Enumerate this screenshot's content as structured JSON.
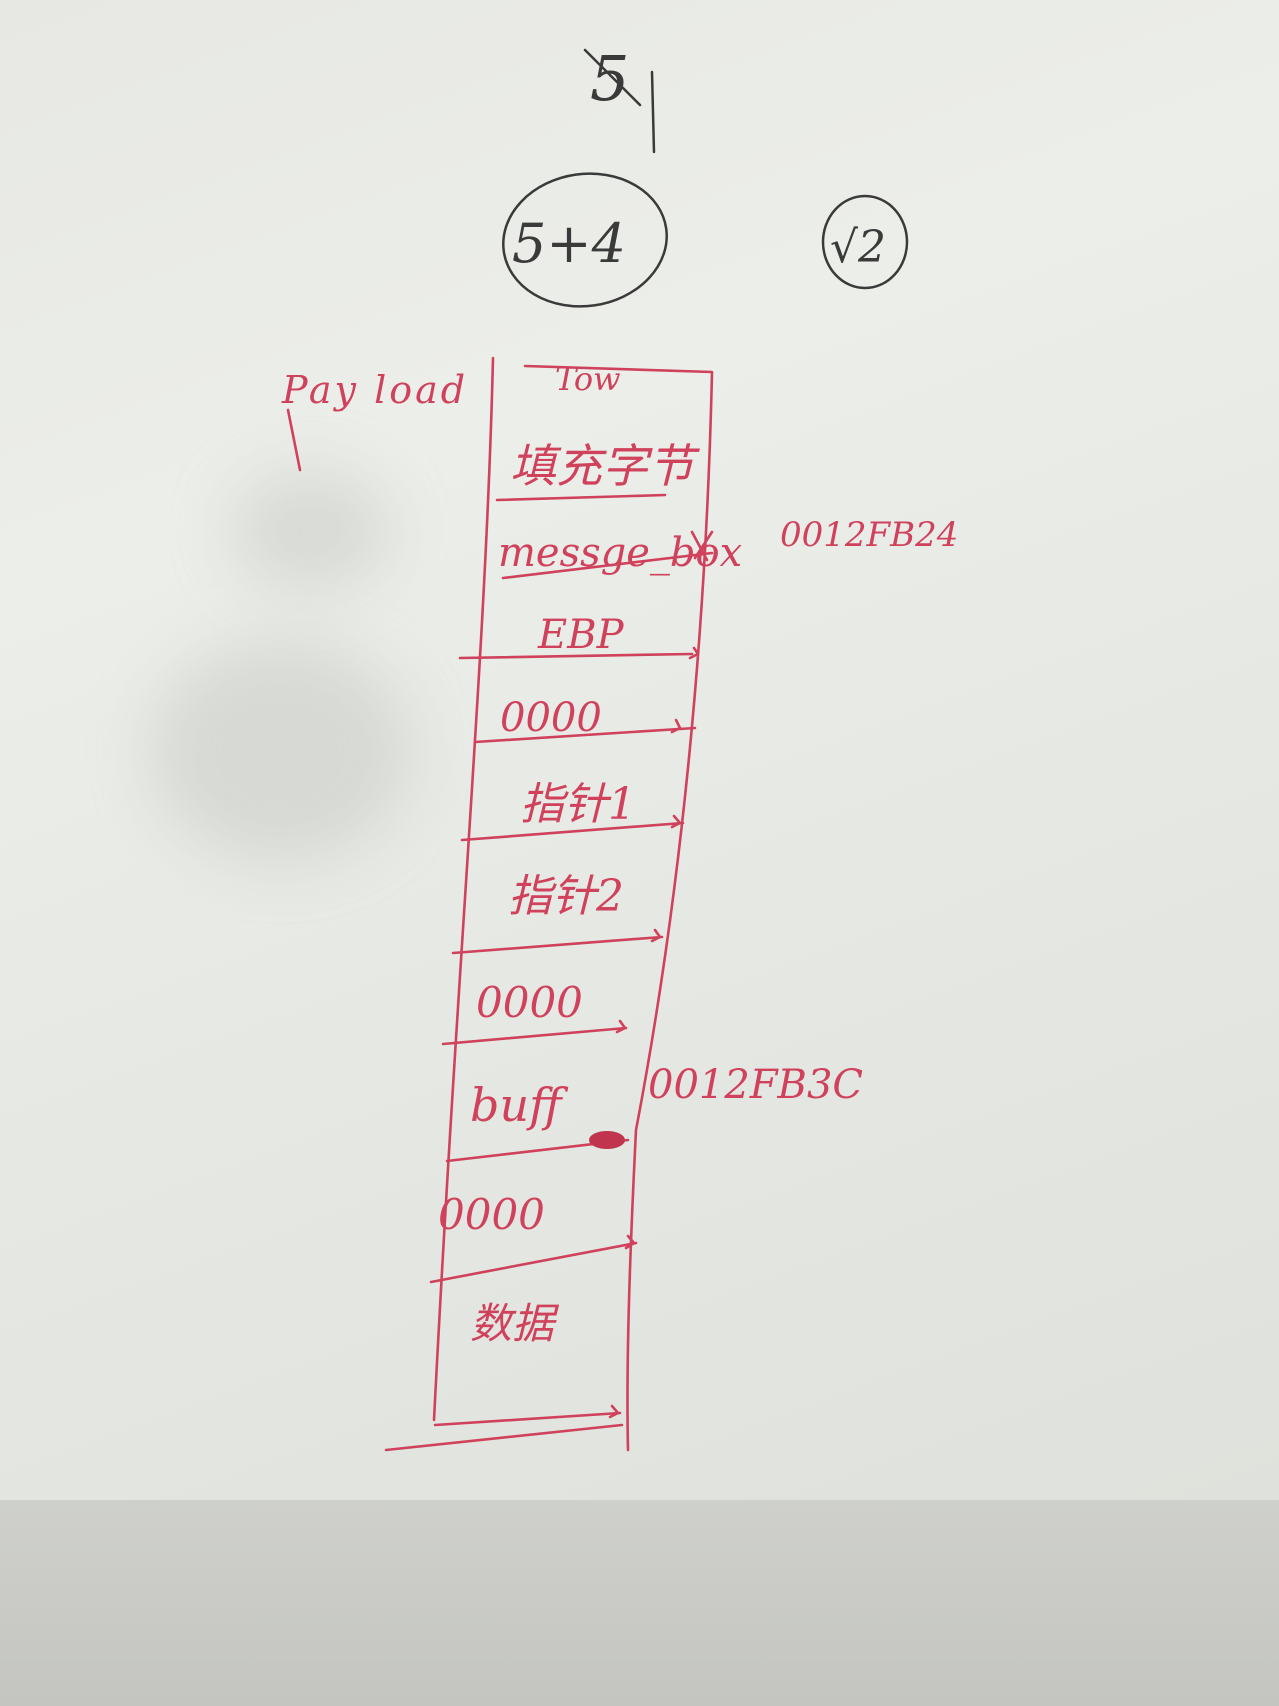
{
  "heading": "5",
  "circled_left": "5+4",
  "circled_right": "√2",
  "side_label": "Pay load",
  "stack_cells": [
    "Tow",
    "填充字节",
    "messge_box",
    "EBP",
    "0000",
    "指针1",
    "指针2",
    "0000",
    "buff",
    "0000",
    "数据"
  ],
  "addresses": [
    "0012FB24",
    "0012FB3C"
  ],
  "colors": {
    "pencil": "#3a3a3a",
    "red_pen": "#d0415c",
    "paper": "#e9eae6"
  }
}
